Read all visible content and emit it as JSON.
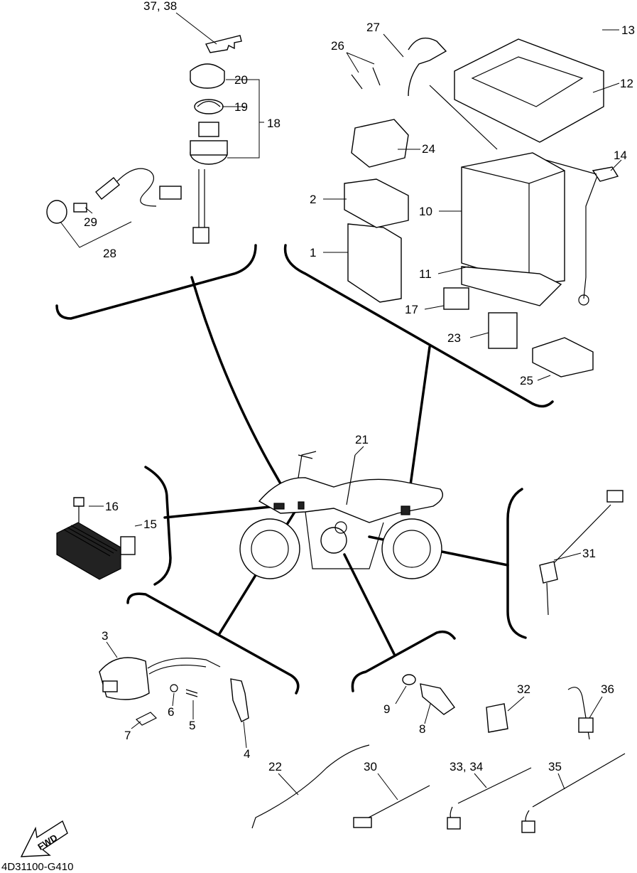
{
  "diagram": {
    "code": "4D31100-G410",
    "direction_label": "FWD",
    "parts": [
      {
        "ref": "1"
      },
      {
        "ref": "2"
      },
      {
        "ref": "3"
      },
      {
        "ref": "4"
      },
      {
        "ref": "5"
      },
      {
        "ref": "6"
      },
      {
        "ref": "7"
      },
      {
        "ref": "8"
      },
      {
        "ref": "9"
      },
      {
        "ref": "10"
      },
      {
        "ref": "11"
      },
      {
        "ref": "12"
      },
      {
        "ref": "13"
      },
      {
        "ref": "14"
      },
      {
        "ref": "15"
      },
      {
        "ref": "16"
      },
      {
        "ref": "17"
      },
      {
        "ref": "18"
      },
      {
        "ref": "19"
      },
      {
        "ref": "20"
      },
      {
        "ref": "21"
      },
      {
        "ref": "22"
      },
      {
        "ref": "23"
      },
      {
        "ref": "24"
      },
      {
        "ref": "25"
      },
      {
        "ref": "26"
      },
      {
        "ref": "27"
      },
      {
        "ref": "28"
      },
      {
        "ref": "29"
      },
      {
        "ref": "30"
      },
      {
        "ref": "31"
      },
      {
        "ref": "32"
      },
      {
        "ref": "33, 34"
      },
      {
        "ref": "35"
      },
      {
        "ref": "36"
      },
      {
        "ref": "37, 38"
      }
    ]
  }
}
